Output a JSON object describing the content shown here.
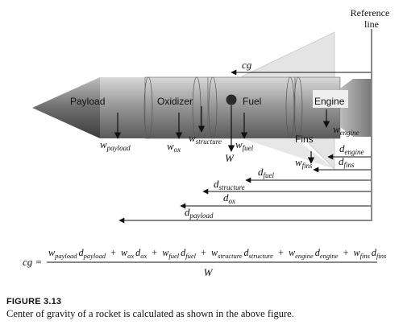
{
  "reference": {
    "line1": "Reference",
    "line2": "line"
  },
  "cg_label": "cg",
  "parts": {
    "payload": "Payload",
    "oxidizer": "Oxidizer",
    "fuel": "Fuel",
    "engine": "Engine",
    "fins": "Fins"
  },
  "weights": {
    "w": "w",
    "payload_sub": "payload",
    "ox_sub": "ox",
    "structure_sub": "structure",
    "fuel_sub": "fuel",
    "engine_sub": "engine",
    "fins_sub": "fins",
    "total": "W"
  },
  "distances": {
    "d": "d",
    "engine_sub": "engine",
    "fins_sub": "fins",
    "fuel_sub": "fuel",
    "structure_sub": "structure",
    "ox_sub": "ox",
    "payload_sub": "payload"
  },
  "equation": {
    "lhs": "cg =",
    "num": {
      "w": "w",
      "d": "d",
      "plus": "+",
      "payload": "payload",
      "ox": "ox",
      "fuel": "fuel",
      "structure": "structure",
      "engine": "engine",
      "fins": "fins"
    },
    "den": "W"
  },
  "figure": {
    "title": "FIGURE 3.13",
    "caption": "Center of gravity of a rocket is calculated as shown in the above figure."
  }
}
